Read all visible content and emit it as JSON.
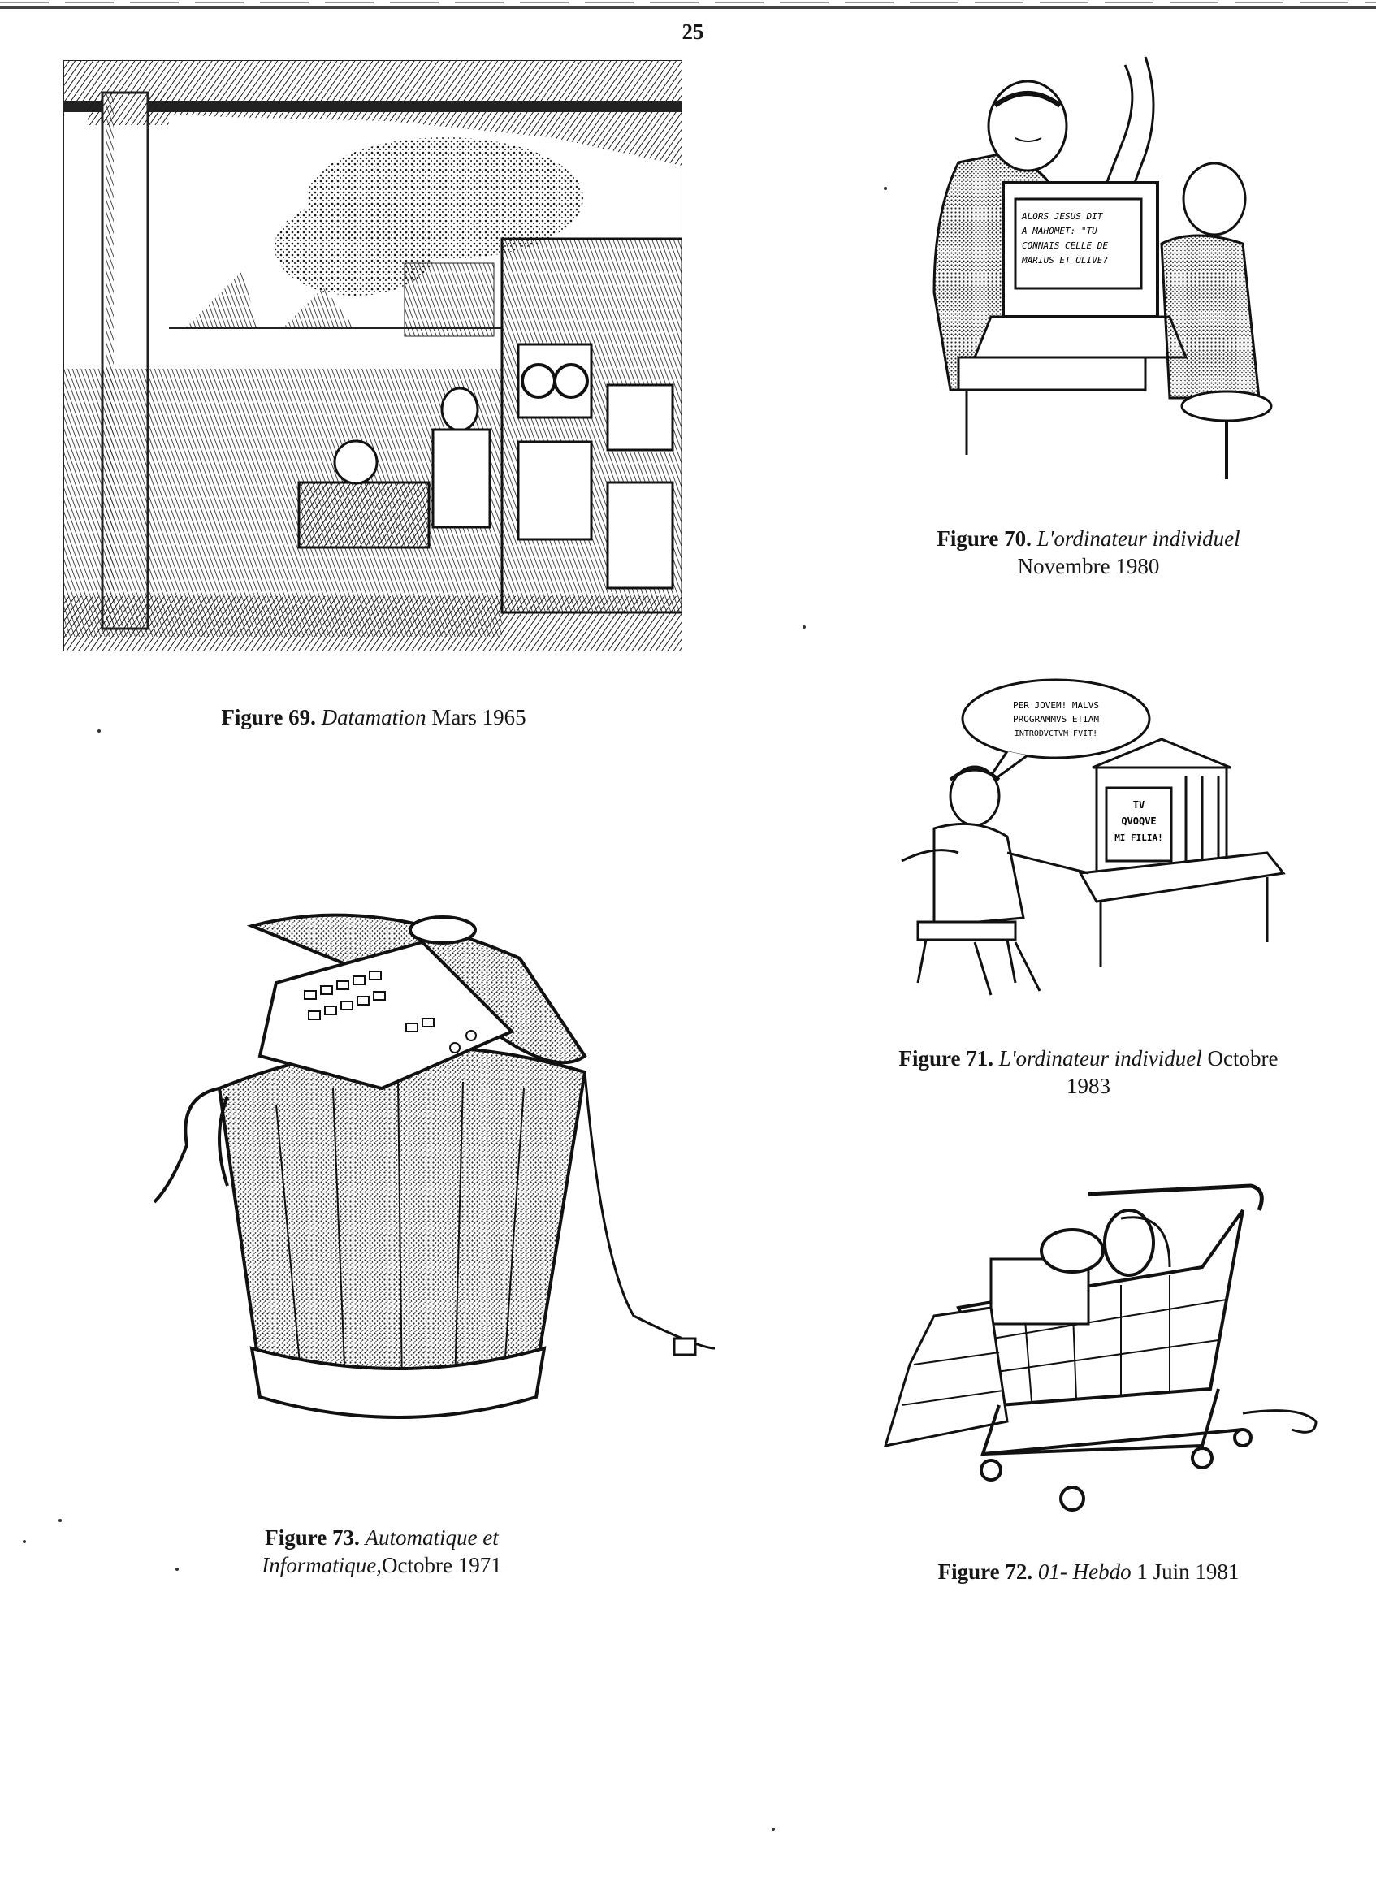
{
  "page": {
    "number": "25"
  },
  "figures": [
    {
      "id": "fig69",
      "number": "Figure 69.",
      "source": "Datamation",
      "date": "Mars 1965"
    },
    {
      "id": "fig70",
      "number": "Figure 70.",
      "source": "L'ordinateur individuel",
      "date": "Novembre 1980",
      "speech_lines": [
        "ALORS JESUS DIT",
        "A MAHOMET: \"TU",
        "CONNAIS CELLE DE",
        "MARIUS ET OLIVE?"
      ]
    },
    {
      "id": "fig71",
      "number": "Figure 71.",
      "source": "L'ordinateur individuel",
      "date_line1": "Octobre",
      "date_line2": "1983",
      "bubble_lines": [
        "PER JOVEM! MALVS",
        "PROGRAMMVS ETIAM",
        "INTRODVCTVM FVIT!"
      ],
      "screen_lines": [
        "TV",
        "QVOQVE",
        "MI FILIA!"
      ]
    },
    {
      "id": "fig73",
      "number": "Figure 73.",
      "source_line1": "Automatique et",
      "source_line2": "Informatique,",
      "date": "Octobre 1971"
    },
    {
      "id": "fig72",
      "number": "Figure 72.",
      "source": "01- Hebdo",
      "date": "1 Juin 1981"
    }
  ]
}
